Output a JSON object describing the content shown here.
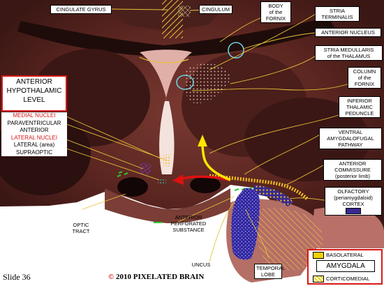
{
  "labels": {
    "cingulate_gyrus": "CINGULATE GYRUS",
    "cingulum": "CINGULUM",
    "body_fornix": [
      "BODY",
      "of the",
      "FORNIX"
    ],
    "stria_terminalis": [
      "STRIA",
      "TERMINALIS"
    ],
    "anterior_nucleus": "ANTERIOR NUCLEUS",
    "stria_medullaris": [
      "STRIA MEDULLARIS",
      "of the THALAMUS"
    ],
    "column_fornix": [
      "COLUMN",
      "of the",
      "FORNIX"
    ],
    "inferior_thalamic": [
      "INFERIOR",
      "THALAMIC",
      "PEDUNCLE"
    ],
    "ventral_amygdalofugal": [
      "VENTRAL",
      "AMYGDALOFUGAL",
      "PATHWAY"
    ],
    "anterior_commissure": [
      "ANTERIOR",
      "COMMISSURE",
      "(posterior limb)"
    ],
    "olfactory_cortex": [
      "OLFACTORY",
      "(periamygdaloid)",
      "CORTEX"
    ],
    "optic_tract": [
      "OPTIC",
      "TRACT"
    ],
    "anterior_perforated": [
      "ANTERIOR",
      "PERFORATED",
      "SUBSTANCE"
    ],
    "uncus": "UNCUS",
    "temporal_lobe": [
      "TEMPORAL",
      "LOBE"
    ]
  },
  "hypothalamic_level": [
    "ANTERIOR",
    "HYPOTHALAMIC",
    "LEVEL"
  ],
  "nuclei": {
    "medial_header": "MEDIAL NUCLEI",
    "medial_items": [
      "PARAVENTRICULAR",
      "ANTERIOR"
    ],
    "lateral_header": "LATERAL NUCLEI",
    "lateral_items": [
      "LATERAL (area)",
      "SUPRAOPTIC"
    ]
  },
  "amygdala": {
    "title": "AMYGDALA",
    "basolateral": "BASOLATERAL",
    "corticomedial": "CORTICOMEDIAL"
  },
  "footer": {
    "slide": "Slide 36",
    "copyright_symbol": "©",
    "copyright_text": "2010 PIXELATED BRAIN"
  },
  "colors": {
    "tissue_dark": "#3a1a17",
    "tissue_mid": "#6b2e28",
    "tissue_light": "#c98a80",
    "label_red": "#d81818",
    "hatch_yellow": "#e8c23a",
    "pathway_yellow": "#ffe600",
    "pathway_red": "#e01010",
    "stipple_blue": "#2a2a9e",
    "perforated_green": "#2ecc2e"
  }
}
